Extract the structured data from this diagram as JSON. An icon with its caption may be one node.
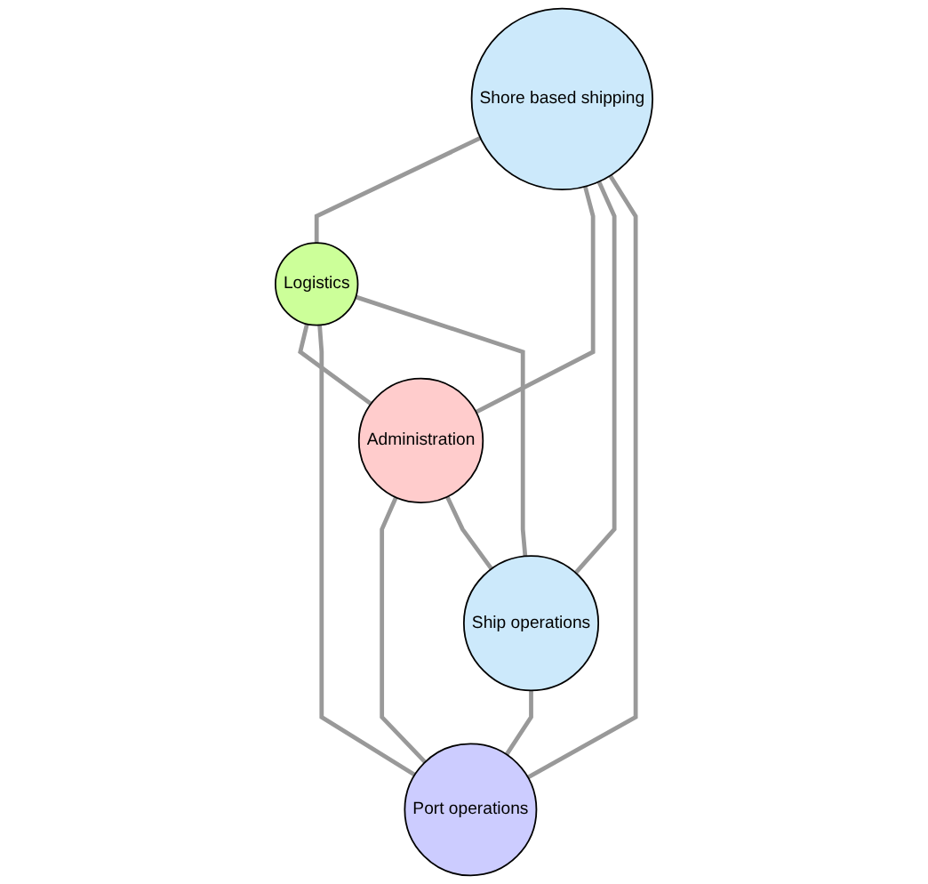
{
  "diagram": {
    "nodes": [
      {
        "text": [
          "Shore based shipping"
        ]
      },
      {
        "text": [
          "Logistics"
        ]
      },
      {
        "text": [
          "Administration"
        ]
      },
      {
        "text": [
          "Port operations"
        ]
      },
      {
        "text": [
          "Ship operations"
        ]
      }
    ],
    "edges": [
      {
        "from": 0,
        "to": 1,
        "arrow": "none"
      },
      {
        "from": 0,
        "to": 2,
        "arrow": "none"
      },
      {
        "from": 0,
        "to": 4,
        "arrow": "none"
      },
      {
        "from": 0,
        "to": 3,
        "arrow": "none"
      },
      {
        "from": 1,
        "to": 2,
        "arrow": "none"
      },
      {
        "from": 1,
        "to": 3,
        "arrow": "none"
      },
      {
        "from": 1,
        "to": 4,
        "arrow": "none"
      },
      {
        "from": 2,
        "to": 3,
        "arrow": "none"
      },
      {
        "from": 2,
        "to": 4,
        "arrow": "none"
      },
      {
        "from": 4,
        "to": 3,
        "arrow": "none"
      }
    ]
  }
}
